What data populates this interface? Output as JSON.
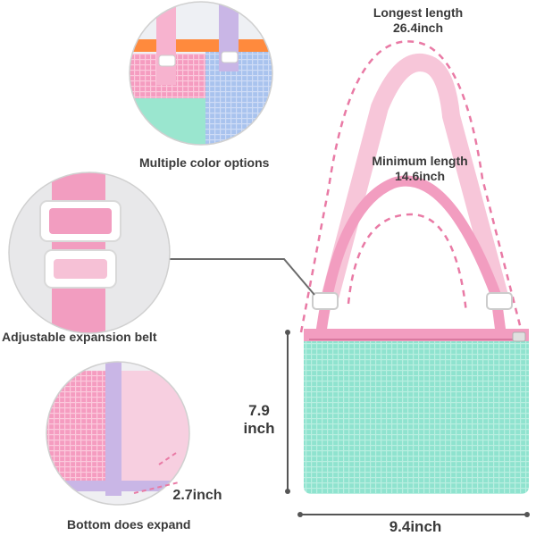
{
  "callouts": {
    "color_options": "Multiple color options",
    "expansion_belt": "Adjustable expansion belt",
    "bottom_expand": "Bottom does expand"
  },
  "dimensions": {
    "longest_label": "Longest length",
    "longest_value": "26.4inch",
    "minimum_label": "Minimum length",
    "minimum_value": "14.6inch",
    "height_value": "7.9",
    "height_unit": "inch",
    "width_value": "9.4inch",
    "bottom_depth": "2.7inch"
  },
  "colors": {
    "mint": "#8fe3cf",
    "pink_strap": "#f4a9c8",
    "light_pink": "#f7c6d9",
    "lavender": "#c9b6e6",
    "orange": "#ff8a3d",
    "dash_pink": "#e97aa5",
    "text": "#3a3a3a"
  },
  "icons": [
    "color-options-photo",
    "buckle-photo",
    "bottom-expand-photo",
    "mesh-bag-photo"
  ]
}
